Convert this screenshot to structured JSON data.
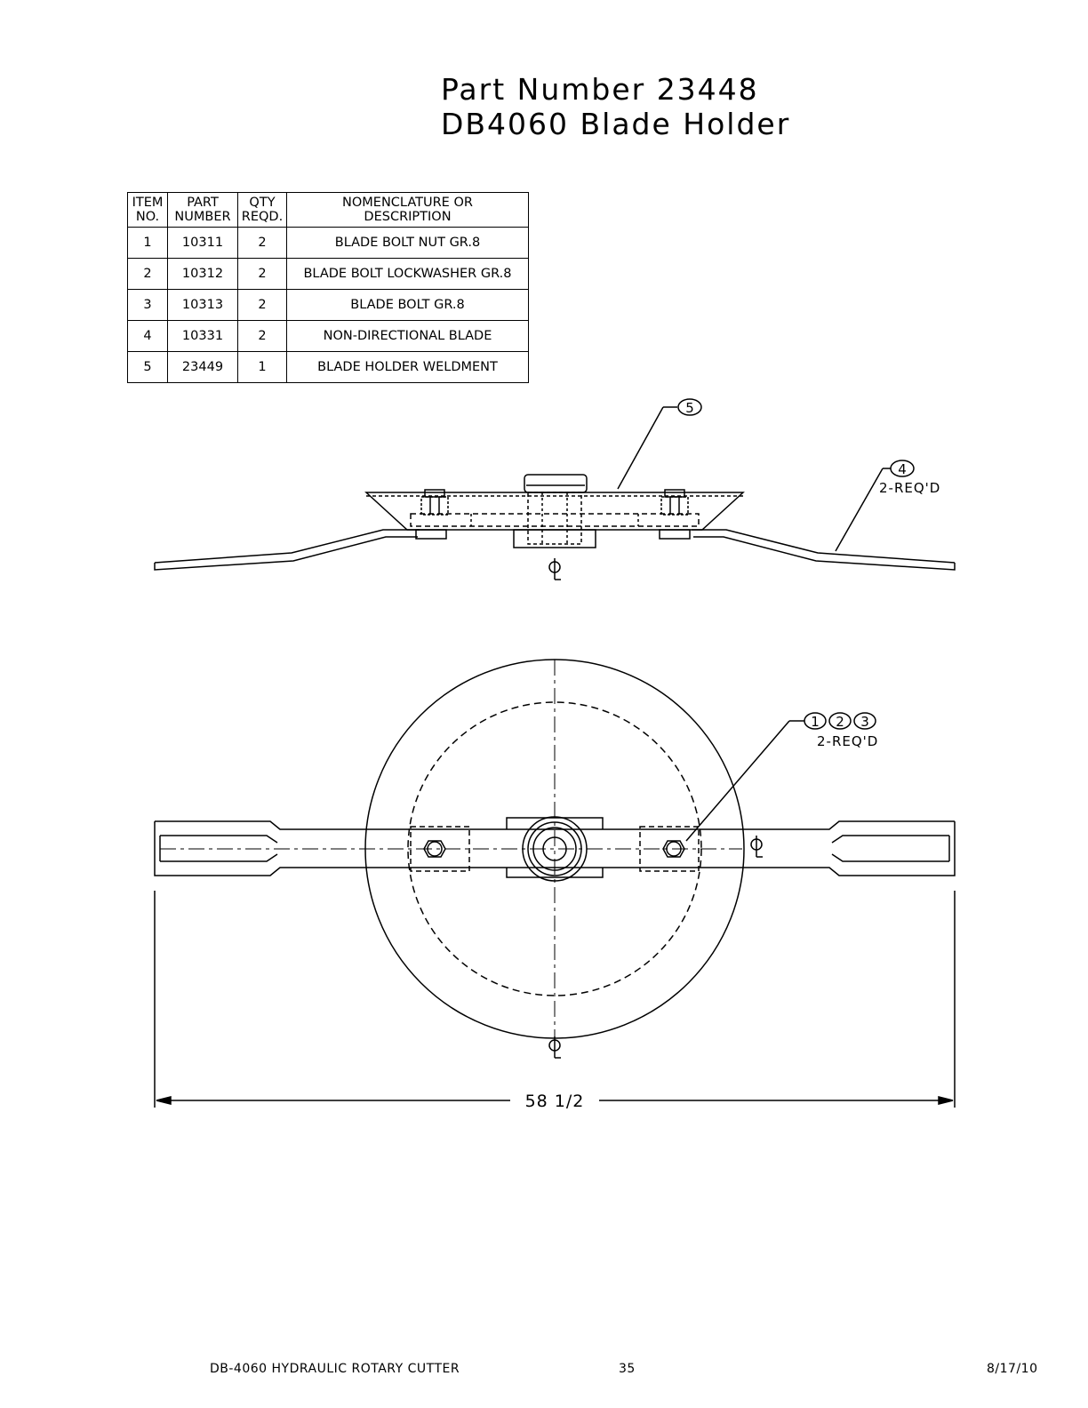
{
  "title": {
    "line1": "Part Number 23448",
    "line2": "DB4060 Blade Holder"
  },
  "bom": {
    "headers": [
      [
        "ITEM",
        "NO."
      ],
      [
        "PART",
        "NUMBER"
      ],
      [
        "QTY",
        "REQD."
      ],
      [
        "NOMENCLATURE OR",
        "DESCRIPTION"
      ]
    ],
    "rows": [
      [
        "1",
        "10311",
        "2",
        "BLADE BOLT NUT GR.8"
      ],
      [
        "2",
        "10312",
        "2",
        "BLADE BOLT LOCKWASHER GR.8"
      ],
      [
        "3",
        "10313",
        "2",
        "BLADE BOLT GR.8"
      ],
      [
        "4",
        "10331",
        "2",
        "NON-DIRECTIONAL BLADE"
      ],
      [
        "5",
        "23449",
        "1",
        "BLADE HOLDER WELDMENT"
      ]
    ]
  },
  "callouts": {
    "item5": "5",
    "item4": "4",
    "item4_qty": "2-REQ'D",
    "item1": "1",
    "item2": "2",
    "item3": "3",
    "items123_qty": "2-REQ'D"
  },
  "centerline_symbol": "CL",
  "dimension": "58 1/2",
  "footer": {
    "left": "DB-4060 HYDRAULIC ROTARY CUTTER",
    "center": "35",
    "right": "8/17/10"
  }
}
